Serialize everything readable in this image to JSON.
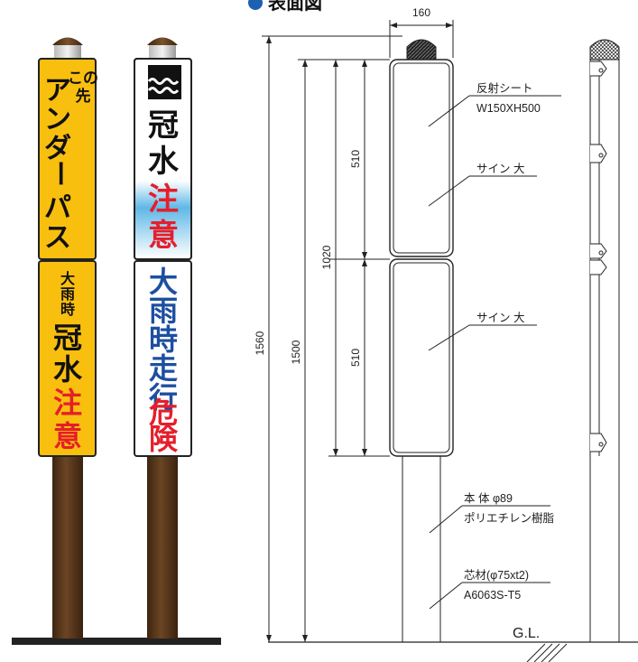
{
  "header": {
    "title": "表面図"
  },
  "signs": {
    "left": {
      "top_text": [
        "この",
        "先"
      ],
      "top_text_col2": [
        "ア",
        "ン",
        "ダ",
        "ー",
        "パ",
        "ス"
      ],
      "bottom_small": [
        "大",
        "雨",
        "時"
      ],
      "bottom_big": [
        "冠",
        "水"
      ],
      "bottom_red": [
        "注",
        "意"
      ]
    },
    "right": {
      "top_black": [
        "冠",
        "水"
      ],
      "top_red": [
        "注",
        "意"
      ],
      "bottom_blue": [
        "大",
        "雨",
        "時",
        "走",
        "行"
      ],
      "bottom_red": [
        "危",
        "険"
      ]
    }
  },
  "drawing": {
    "dim_width": "160",
    "dim_total": "1560",
    "dim_above_ground": "1500",
    "dim_sign_total": "1020",
    "dim_upper_sign": "510",
    "dim_lower_sign": "510",
    "label_sheet": "反射シート",
    "label_sheet_size": "W150XH500",
    "label_sign_upper": "サイン 大",
    "label_sign_lower": "サイン 大",
    "label_body": "本 体 φ89",
    "label_body_mat": "ポリエチレン樹脂",
    "label_core": "芯材(φ75xt2)",
    "label_core_mat": "A6063S-T5",
    "label_gl": "G.L."
  },
  "colors": {
    "yellow": "#f9bf0f",
    "brown": "#5a3a1d",
    "red": "#e51e2b",
    "blue": "#1d4fa0",
    "water": "#5fb8e6"
  }
}
